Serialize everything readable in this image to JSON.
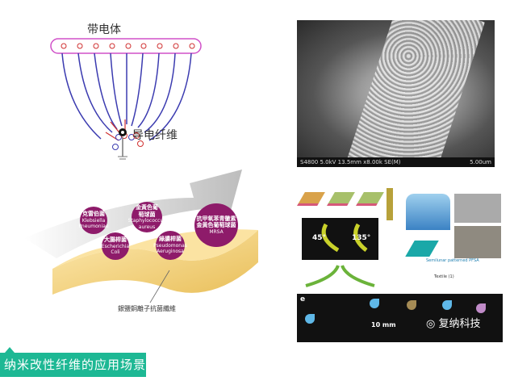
{
  "electrostatic_diagram": {
    "charged_body_label": "带电体",
    "conductive_fiber_label": "导电纤维"
  },
  "antibacterial_diagram": {
    "bacteria": [
      {
        "zh": "克雷伯菌",
        "en": "Klebsiella Pneumoniae"
      },
      {
        "zh": "金黃色葡萄球菌",
        "en": "Staphylococcus aureus"
      },
      {
        "zh": "大腸桿菌",
        "en": "Escherichia Coli"
      },
      {
        "zh": "綠膿桿菌",
        "en": "Pseudomonas Aeruginosa"
      },
      {
        "zh": "抗甲氧苯青黴素金黃色葡萄球菌",
        "en": "MRSA"
      }
    ],
    "caption": "銀鹽銅離子抗菌纖維"
  },
  "sem_image": {
    "info": "S4800 5.0kV 13.5mm x8.00k SE(M)",
    "scale": "5.00um"
  },
  "composite_figure": {
    "angle_left": "45°",
    "angle_right": "135°",
    "pfsa_label": "Semilunar patterned PFSA",
    "textile_label": "Textile (1)",
    "panel_label": "e",
    "scale_label": "10 mm",
    "watermark": "复纳科技"
  },
  "section_label": "纳米改性纤维的应用场景",
  "colors": {
    "accent": "#1db894",
    "bacteria": "#8e1b6a",
    "field_line": "#3b3bb0"
  }
}
